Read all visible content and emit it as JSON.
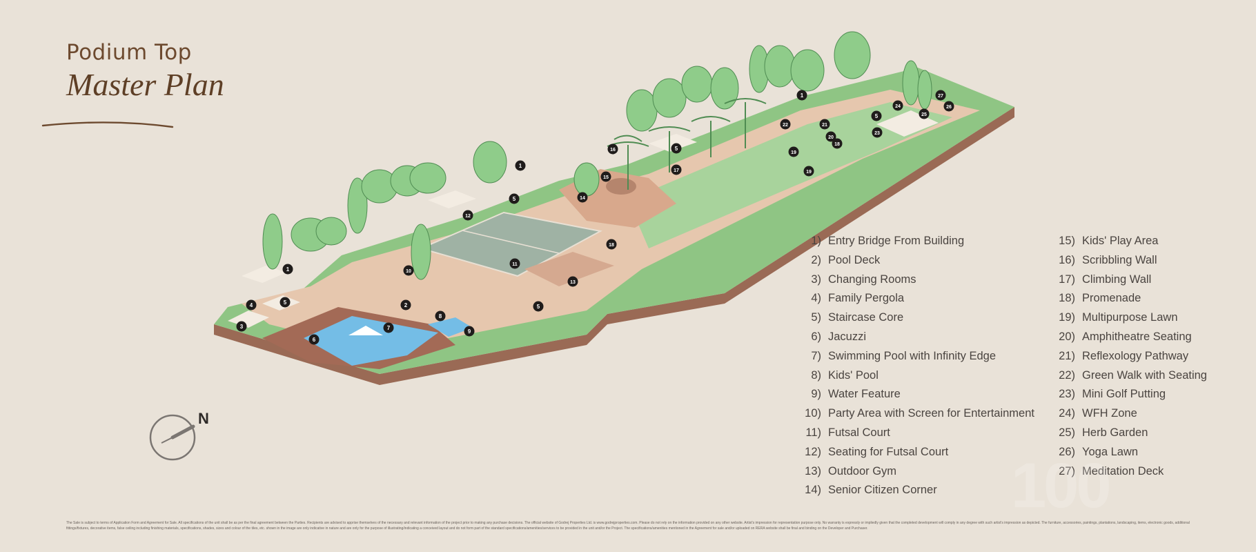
{
  "title": {
    "line1": "Podium Top",
    "line2": "Master Plan"
  },
  "compass_label": "N",
  "legend_left": [
    {
      "num": "1)",
      "label": "Entry Bridge From Building"
    },
    {
      "num": "2)",
      "label": "Pool Deck"
    },
    {
      "num": "3)",
      "label": "Changing Rooms"
    },
    {
      "num": "4)",
      "label": "Family Pergola"
    },
    {
      "num": "5)",
      "label": "Staircase Core"
    },
    {
      "num": "6)",
      "label": "Jacuzzi"
    },
    {
      "num": "7)",
      "label": "Swimming Pool with Infinity Edge"
    },
    {
      "num": "8)",
      "label": "Kids' Pool"
    },
    {
      "num": "9)",
      "label": "Water Feature"
    },
    {
      "num": "10)",
      "label": "Party Area with Screen for Entertainment"
    },
    {
      "num": "11)",
      "label": "Futsal Court"
    },
    {
      "num": "12)",
      "label": "Seating for Futsal Court"
    },
    {
      "num": "13)",
      "label": "Outdoor Gym"
    },
    {
      "num": "14)",
      "label": "Senior Citizen Corner"
    }
  ],
  "legend_right": [
    {
      "num": "15)",
      "label": "Kids' Play Area"
    },
    {
      "num": "16)",
      "label": "Scribbling Wall"
    },
    {
      "num": "17)",
      "label": "Climbing Wall"
    },
    {
      "num": "18)",
      "label": "Promenade"
    },
    {
      "num": "19)",
      "label": "Multipurpose Lawn"
    },
    {
      "num": "20)",
      "label": "Amphitheatre Seating"
    },
    {
      "num": "21)",
      "label": "Reflexology Pathway"
    },
    {
      "num": "22)",
      "label": "Green Walk with Seating"
    },
    {
      "num": "23)",
      "label": "Mini Golf Putting"
    },
    {
      "num": "24)",
      "label": "WFH Zone"
    },
    {
      "num": "25)",
      "label": "Herb Garden"
    },
    {
      "num": "26)",
      "label": "Yoga Lawn"
    },
    {
      "num": "27)",
      "label": "Meditation Deck"
    }
  ],
  "markers": [
    "1",
    "1",
    "1",
    "2",
    "3",
    "4",
    "5",
    "5",
    "5",
    "5",
    "5",
    "6",
    "7",
    "8",
    "9",
    "10",
    "11",
    "12",
    "13",
    "14",
    "15",
    "16",
    "17",
    "18",
    "18",
    "19",
    "19",
    "20",
    "21",
    "22",
    "23",
    "24",
    "25",
    "26",
    "27"
  ],
  "disclaimer": "The Sale is subject to terms of Application Form and Agreement for Sale. All specifications of the unit shall be as per the final agreement between the Parties. Recipients are advised to apprise themselves of the necessary and relevant information of the project prior to making any purchase decisions. The official website of Godrej Properties Ltd. is www.godrejproperties.com. Please do not rely on the information provided on any other website. Artist's impression for representation purpose only. No warranty is expressly or impliedly given that the completed development will comply in any degree with such artist's impression as depicted. The furniture, accessories, paintings, plantations, landscaping, items, electronic goods, additional fittings/fixtures, decorative items, false ceiling including finishing materials, specifications, shades, sizes and colour of the tiles, etc. shown in the image are only indicative in nature and are only for the purpose of illustrating/indicating a conceived layout and do not form part of the standard specifications/amenities/services to be provided in the unit and/or the Project. The specifications/amenities mentioned in the Agreement for sale and/or uploaded on RERA website shall be final and binding on the Developer and Purchaser.",
  "watermark": "100"
}
